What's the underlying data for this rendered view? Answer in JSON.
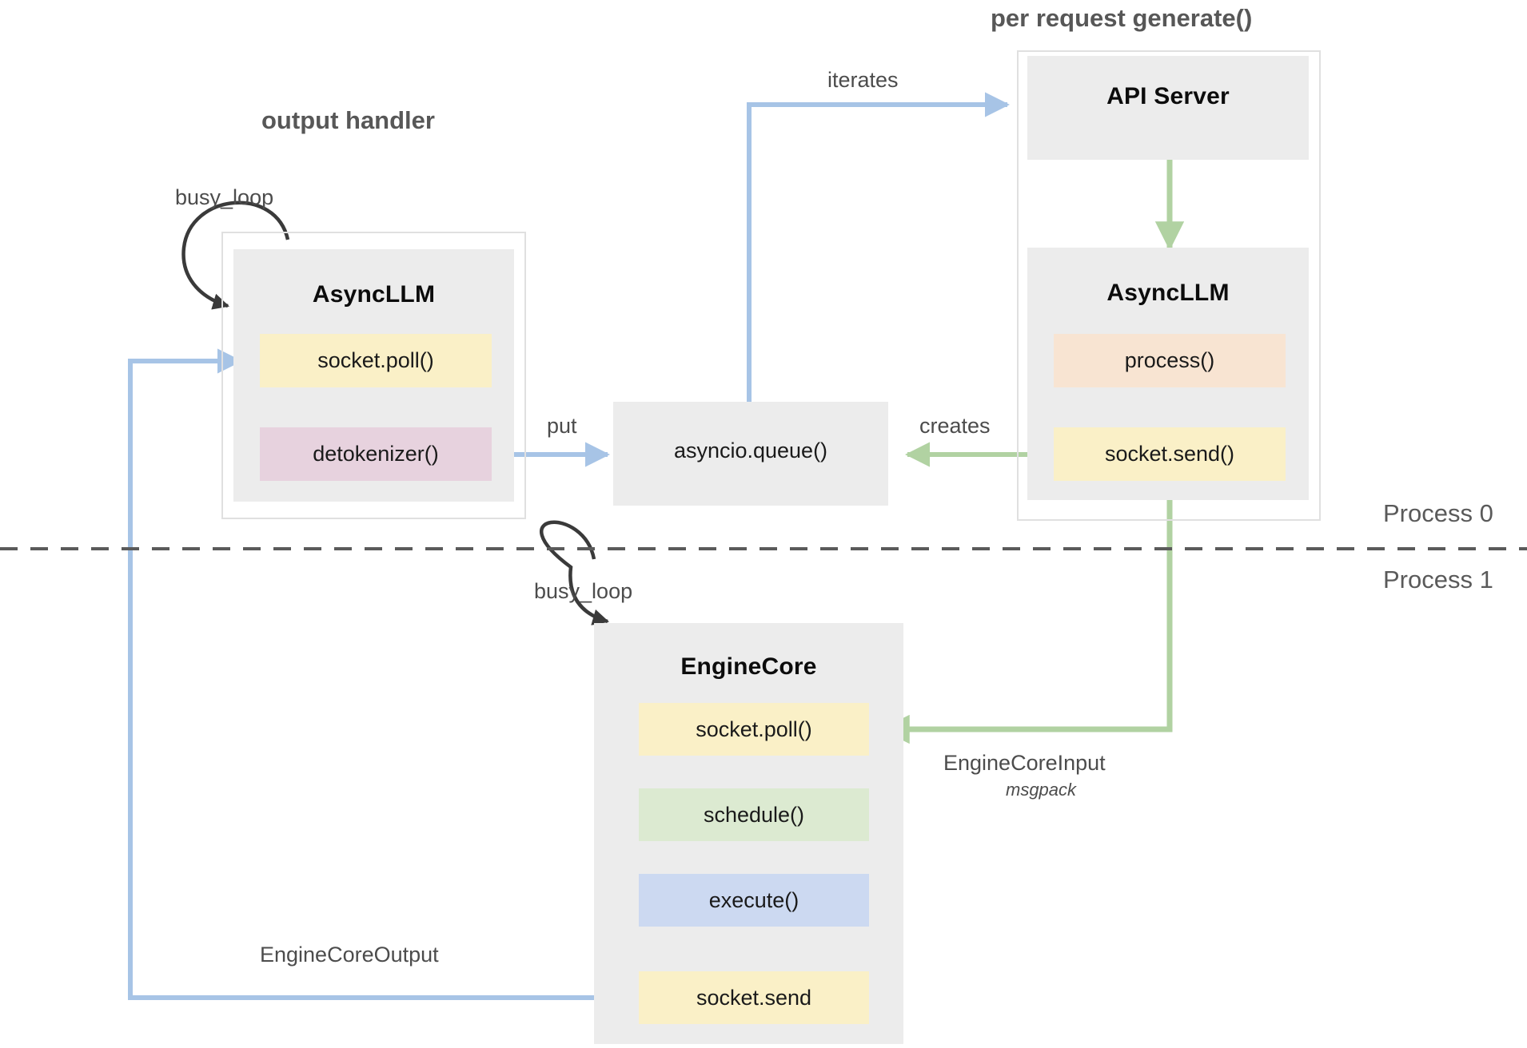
{
  "diagram": {
    "title_left": "output handler",
    "title_right": "per request generate()",
    "process_top": "Process 0",
    "process_bottom": "Process 1"
  },
  "left_group": {
    "busy_loop_label": "busy_loop",
    "component": {
      "name": "AsyncLLM",
      "methods": [
        {
          "label": "socket.poll()",
          "color": "yellow"
        },
        {
          "label": "detokenizer()",
          "color": "pink"
        }
      ]
    }
  },
  "queue": {
    "label": "asyncio.queue()"
  },
  "right_group": {
    "api_server": {
      "name": "API Server"
    },
    "component": {
      "name": "AsyncLLM",
      "methods": [
        {
          "label": "process()",
          "color": "peach"
        },
        {
          "label": "socket.send()",
          "color": "yellow"
        }
      ]
    }
  },
  "engine_core": {
    "busy_loop_label": "busy_loop",
    "name": "EngineCore",
    "methods": [
      {
        "label": "socket.poll()",
        "color": "yellow"
      },
      {
        "label": "schedule()",
        "color": "green"
      },
      {
        "label": "execute()",
        "color": "blue"
      },
      {
        "label": "socket.send",
        "color": "yellow"
      }
    ]
  },
  "edges": {
    "iterates": "iterates",
    "put": "put",
    "creates": "creates",
    "engine_core_input": "EngineCoreInput",
    "engine_core_input_sub": "msgpack",
    "engine_core_output": "EngineCoreOutput"
  },
  "colors": {
    "blue_arrow": "#a7c4e6",
    "green_arrow": "#b1d2a2",
    "black_arrow": "#3a3a3a",
    "block_grey": "#ececec",
    "frame_grey": "#e0e0e0",
    "pill_yellow": "#faf0c7",
    "pill_pink": "#e7d2de",
    "pill_peach": "#f8e4d2",
    "pill_green": "#dcead1",
    "pill_blue": "#ccd9f1",
    "divider": "#5a5a5a"
  }
}
